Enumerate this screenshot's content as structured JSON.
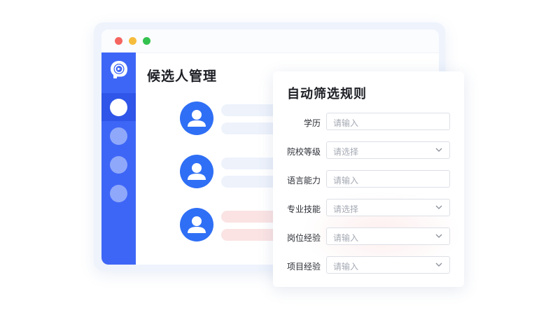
{
  "page": {
    "title": "候选人管理"
  },
  "sidebar": {
    "items": [
      "logo",
      "active",
      "item",
      "item",
      "item"
    ]
  },
  "candidates": [
    {
      "bar_color": "light-blue"
    },
    {
      "bar_color": "light-blue"
    },
    {
      "bar_color": "light-pink"
    }
  ],
  "panel": {
    "title": "自动筛选规则",
    "fields": [
      {
        "label": "学历",
        "placeholder": "请输入",
        "type": "input"
      },
      {
        "label": "院校等级",
        "placeholder": "请选择",
        "type": "select"
      },
      {
        "label": "语言能力",
        "placeholder": "请输入",
        "type": "input"
      },
      {
        "label": "专业技能",
        "placeholder": "请选择",
        "type": "select"
      },
      {
        "label": "岗位经验",
        "placeholder": "请输入",
        "type": "select"
      },
      {
        "label": "项目经验",
        "placeholder": "请输入",
        "type": "select"
      }
    ]
  },
  "colors": {
    "accent": "#3e66f6",
    "avatar": "#2f6ff5",
    "dot_red": "#f56560",
    "dot_yellow": "#f6bd3c",
    "dot_green": "#34c24f"
  }
}
